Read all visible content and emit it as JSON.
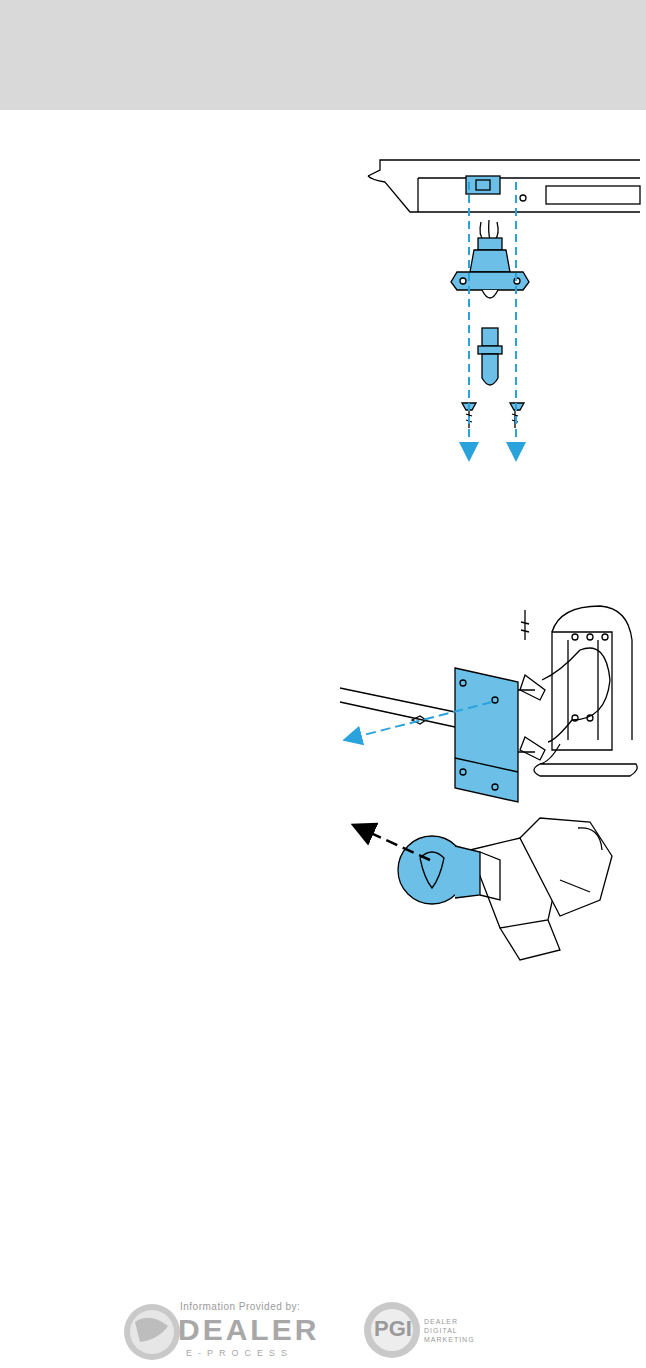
{
  "diagram": {
    "labels": [
      "Information Provided by:",
      "DEALER",
      "E-PROCESS",
      "PGI",
      "DEALER",
      "DIGITAL",
      "MARKETING"
    ]
  }
}
